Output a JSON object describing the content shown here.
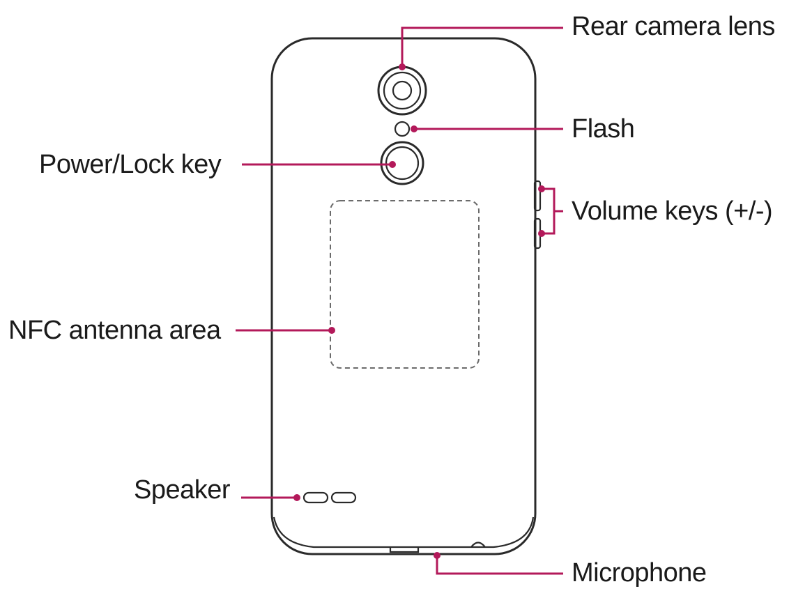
{
  "colors": {
    "accent": "#b3195a",
    "outline": "#2a2a2a"
  },
  "labels": {
    "rear_camera_lens": "Rear camera lens",
    "flash": "Flash",
    "power_lock_key": "Power/Lock key",
    "volume_keys": "Volume keys (+/-)",
    "nfc_antenna_area": "NFC antenna area",
    "speaker": "Speaker",
    "microphone": "Microphone"
  }
}
